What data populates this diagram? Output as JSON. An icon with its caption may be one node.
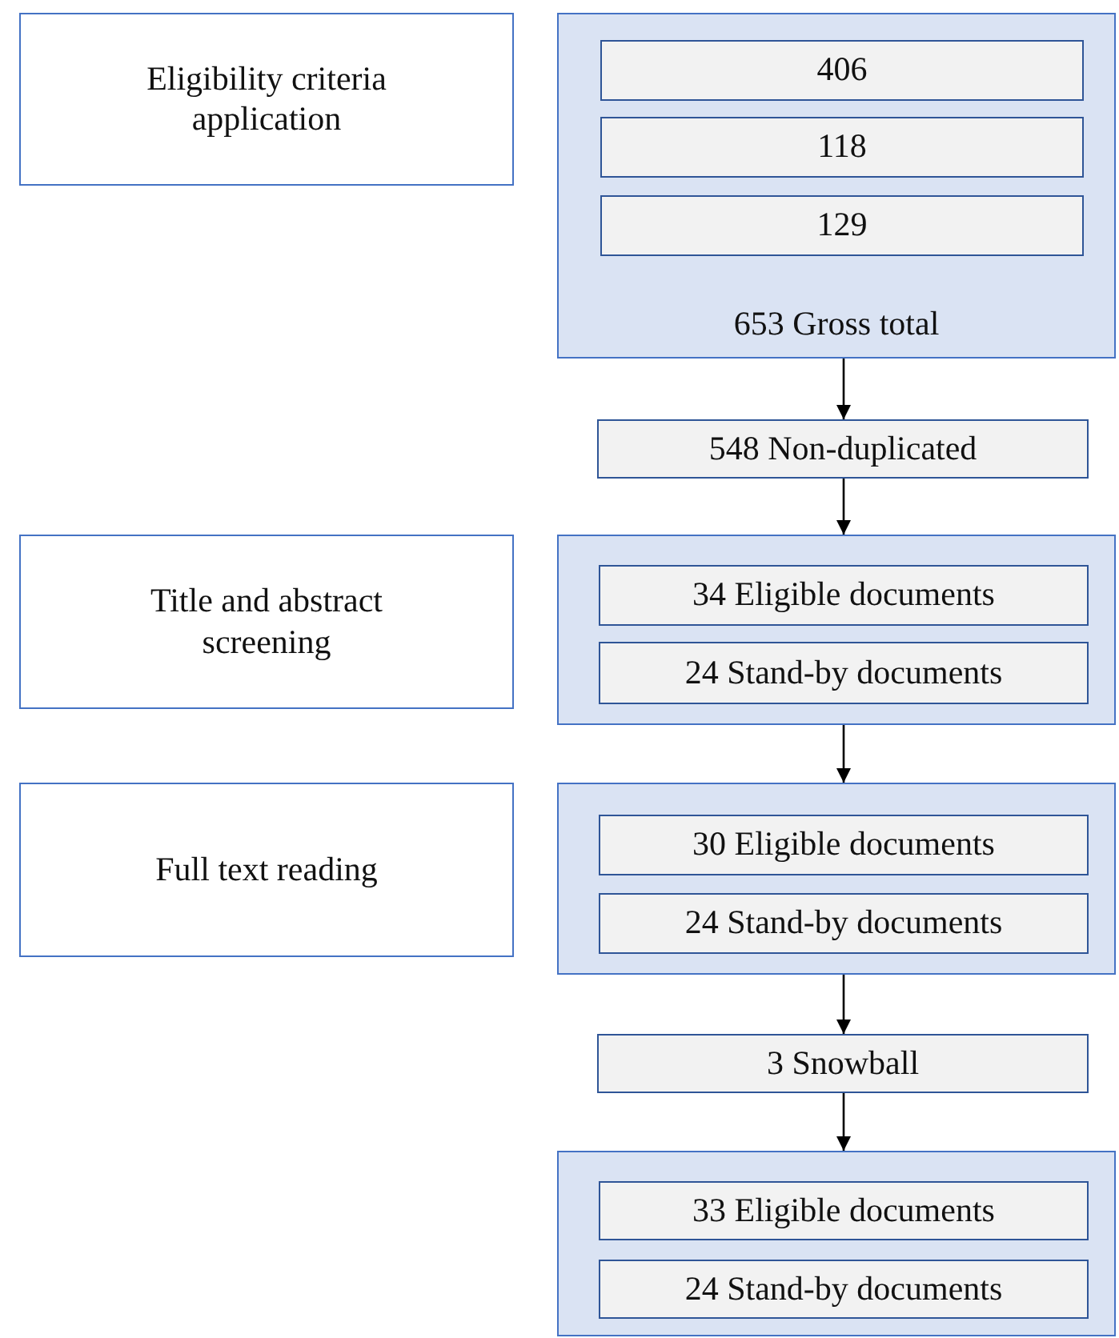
{
  "diagram": {
    "nodes": [
      {
        "text": [
          "Eligibility criteria application"
        ]
      },
      {
        "text": [
          "653 Gross total"
        ]
      },
      {
        "text": [
          "406"
        ],
        "in": 1
      },
      {
        "text": [
          "118"
        ],
        "in": 1
      },
      {
        "text": [
          "129"
        ],
        "in": 1
      },
      {
        "text": [
          "548 Non-duplicated"
        ]
      },
      {
        "text": [
          "Title and abstract screening"
        ]
      },
      {
        "text": [],
        "shape": "box"
      },
      {
        "text": [
          "34 Eligible documents"
        ],
        "in": 7
      },
      {
        "text": [
          "24 Stand-by documents"
        ],
        "in": 7
      },
      {
        "text": [
          "Full text reading"
        ]
      },
      {
        "text": [],
        "shape": "box"
      },
      {
        "text": [
          "30 Eligible documents"
        ],
        "in": 11
      },
      {
        "text": [
          "24 Stand-by documents"
        ],
        "in": 11
      },
      {
        "text": [
          "3 Snowball"
        ]
      },
      {
        "text": [],
        "shape": "box"
      },
      {
        "text": [
          "33 Eligible documents"
        ],
        "in": 15
      },
      {
        "text": [
          "24 Stand-by documents"
        ],
        "in": 15
      }
    ],
    "edges": [
      {
        "from": 1,
        "to": 5,
        "arrow": "to"
      },
      {
        "from": 5,
        "to": 7,
        "arrow": "to"
      },
      {
        "from": 7,
        "to": 11,
        "arrow": "to"
      },
      {
        "from": 11,
        "to": 14,
        "arrow": "to"
      },
      {
        "from": 14,
        "to": 15,
        "arrow": "to"
      }
    ]
  }
}
